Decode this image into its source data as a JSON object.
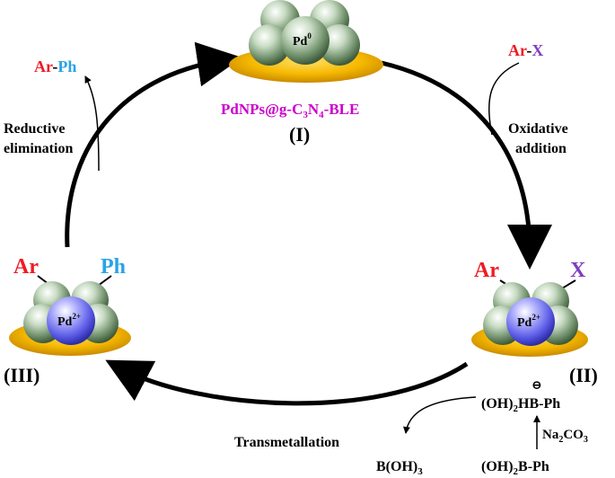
{
  "catalyst": {
    "name_prefix": "PdNPs@g-C",
    "name_sub1": "3",
    "name_mid": "N",
    "name_sub2": "4",
    "name_suffix": "-BLE",
    "roman": "(I)",
    "metal_symbol": "Pd",
    "metal_charge": "0"
  },
  "intermediate_ii": {
    "roman": "(II)",
    "metal_symbol": "Pd",
    "metal_charge": "2+",
    "ligand_left": "Ar",
    "ligand_right": "X"
  },
  "intermediate_iii": {
    "roman": "(III)",
    "metal_symbol": "Pd",
    "metal_charge": "2+",
    "ligand_left": "Ar",
    "ligand_right": "Ph"
  },
  "steps": {
    "oxidative_1": "Oxidative",
    "oxidative_2": "addition",
    "reductive_1": "Reductive",
    "reductive_2": "elimination",
    "transmetallation": "Transmetallation"
  },
  "reagents": {
    "arx_ar": "Ar",
    "arx_dash": "-",
    "arx_x": "X",
    "product_ar": "Ar",
    "product_dash": "-",
    "product_ph": "Ph",
    "boronate_pre": "(OH)",
    "boronate_sub": "2",
    "boronate_post": "HB-Ph",
    "boronate_charge": "⊖",
    "base_pre": "Na",
    "base_sub1": "2",
    "base_mid": "CO",
    "base_sub2": "3",
    "boronic_pre": "(OH)",
    "boronic_sub": "2",
    "boronic_post": "B-Ph",
    "byproduct_pre": "B(OH)",
    "byproduct_sub": "3"
  },
  "colors": {
    "ar": "#ee1c25",
    "x": "#7f3fbf",
    "ph": "#2aa3e6",
    "catalyst_name": "#cc00cc",
    "sphere_green": "#9fb99a",
    "sphere_blue": "#6c6cf0",
    "disk_yellow": "#f6b800"
  }
}
